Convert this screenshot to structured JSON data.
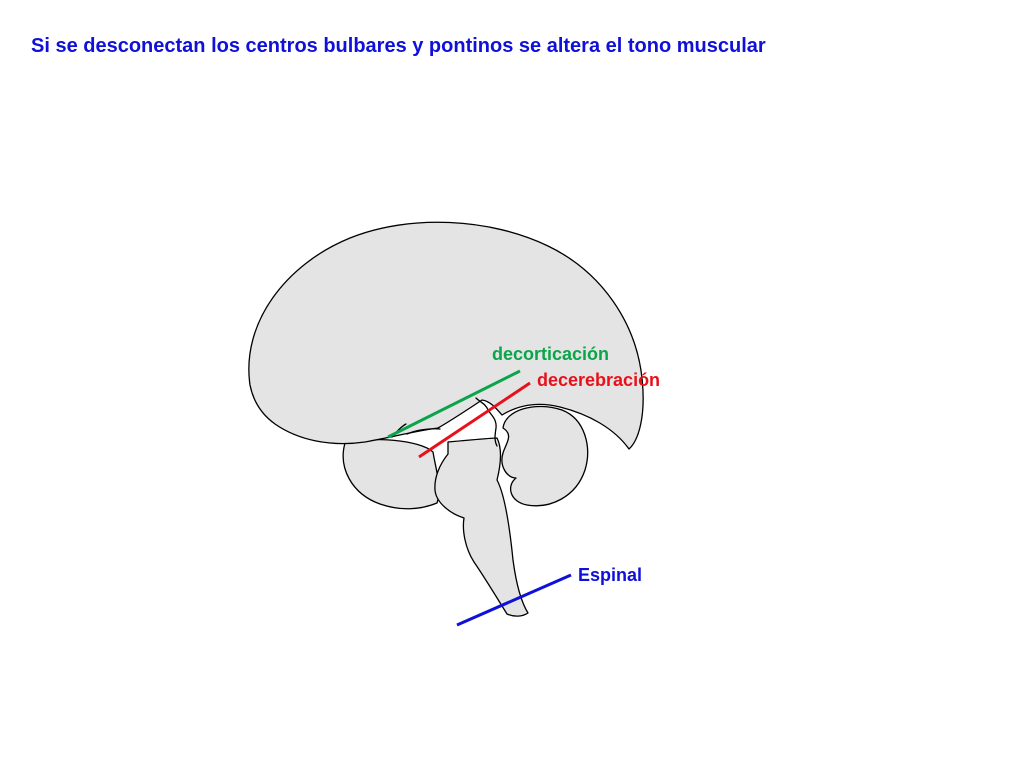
{
  "slide": {
    "title": "Si se desconectan los centros bulbares y pontinos se altera el tono muscular"
  },
  "colors": {
    "title": "#0f10d8",
    "brain_fill": "#e4e4e4",
    "brain_stroke": "#000000",
    "decorticacion": "#0aa54a",
    "decerebracion": "#e8111a",
    "espinal": "#0f10d8"
  },
  "labels": {
    "decorticacion": "decorticación",
    "decerebracion": "decerebración",
    "espinal": "Espinal"
  }
}
